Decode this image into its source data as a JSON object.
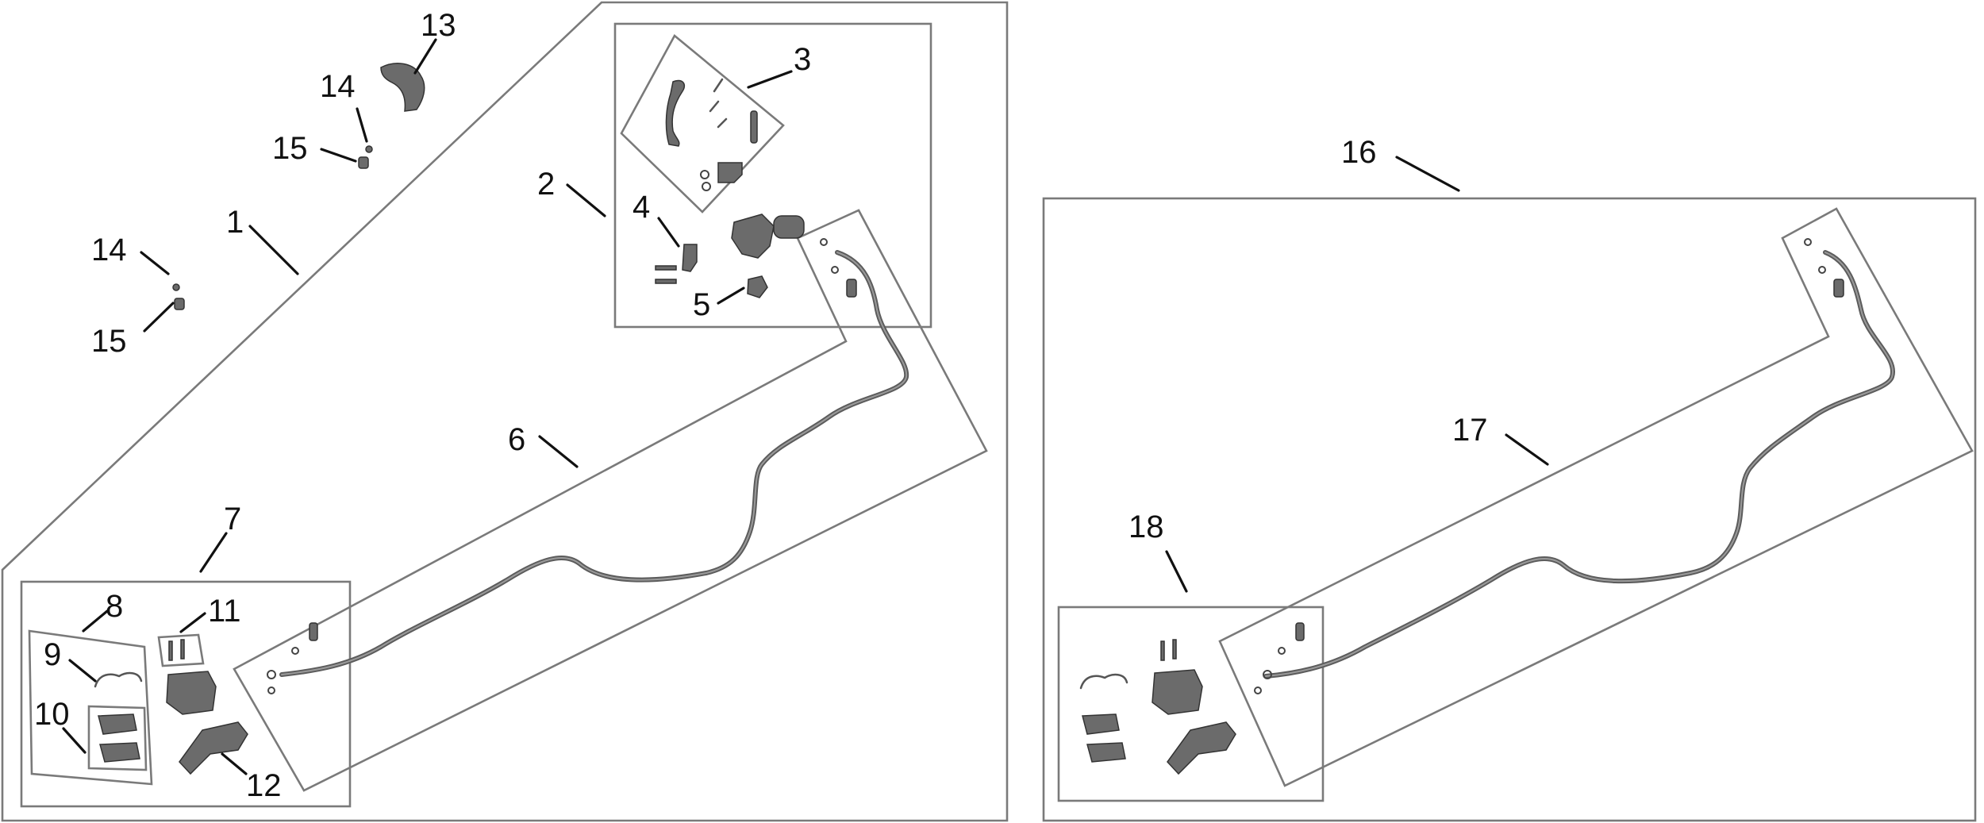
{
  "diagram": {
    "callouts": [
      {
        "id": "1",
        "text": "1"
      },
      {
        "id": "2",
        "text": "2"
      },
      {
        "id": "3",
        "text": "3"
      },
      {
        "id": "4",
        "text": "4"
      },
      {
        "id": "5",
        "text": "5"
      },
      {
        "id": "6",
        "text": "6"
      },
      {
        "id": "7",
        "text": "7"
      },
      {
        "id": "8",
        "text": "8"
      },
      {
        "id": "9",
        "text": "9"
      },
      {
        "id": "10",
        "text": "10"
      },
      {
        "id": "11",
        "text": "11"
      },
      {
        "id": "12",
        "text": "12"
      },
      {
        "id": "13",
        "text": "13"
      },
      {
        "id": "14a",
        "text": "14"
      },
      {
        "id": "15a",
        "text": "15"
      },
      {
        "id": "14b",
        "text": "14"
      },
      {
        "id": "15b",
        "text": "15"
      },
      {
        "id": "16",
        "text": "16"
      },
      {
        "id": "17",
        "text": "17"
      },
      {
        "id": "18",
        "text": "18"
      }
    ],
    "colors": {
      "frame": "#7a7a7a",
      "leader": "#111111",
      "part": "#6b6b6b",
      "hose": "#5c5c5c"
    }
  }
}
